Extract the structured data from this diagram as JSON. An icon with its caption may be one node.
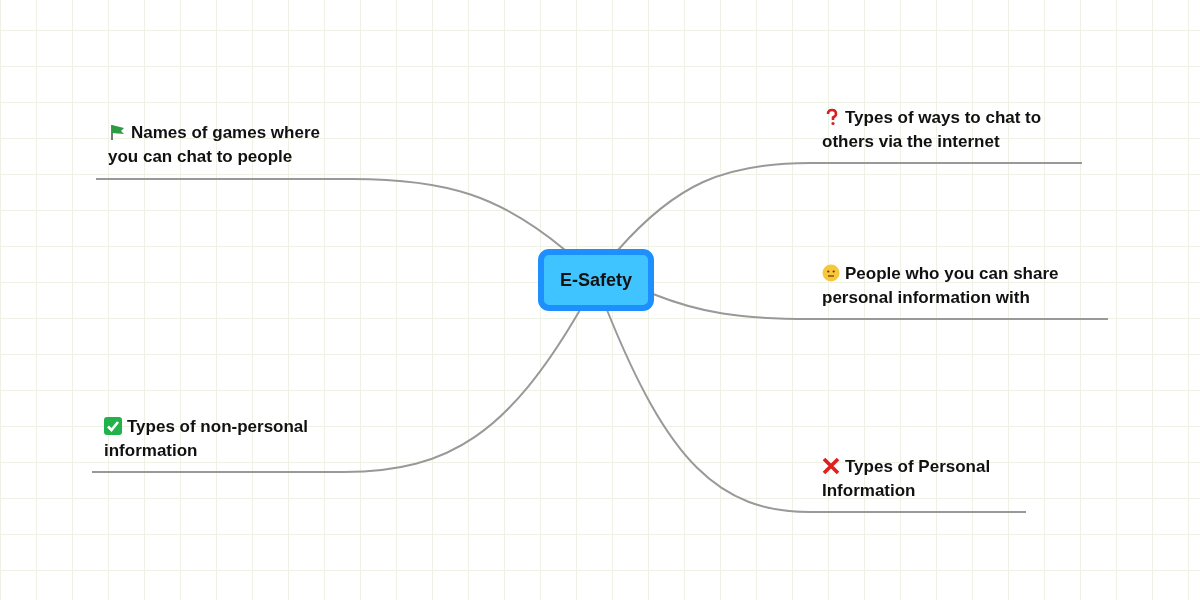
{
  "diagram": {
    "nodes": [
      {
        "text": [
          "E-Safety"
        ]
      },
      {
        "text": [
          "Names of games where you can chat to people"
        ]
      },
      {
        "text": [
          "Types of ways to chat to others via the internet"
        ]
      },
      {
        "text": [
          "People who you can share personal information with"
        ]
      },
      {
        "text": [
          "Types of non-personal information"
        ]
      },
      {
        "text": [
          "Types of Personal Information"
        ]
      }
    ],
    "edges": [
      {
        "from": 0,
        "to": 1,
        "arrow": "none"
      },
      {
        "from": 0,
        "to": 2,
        "arrow": "none"
      },
      {
        "from": 0,
        "to": 3,
        "arrow": "none"
      },
      {
        "from": 0,
        "to": 4,
        "arrow": "none"
      },
      {
        "from": 0,
        "to": 5,
        "arrow": "none"
      }
    ]
  }
}
